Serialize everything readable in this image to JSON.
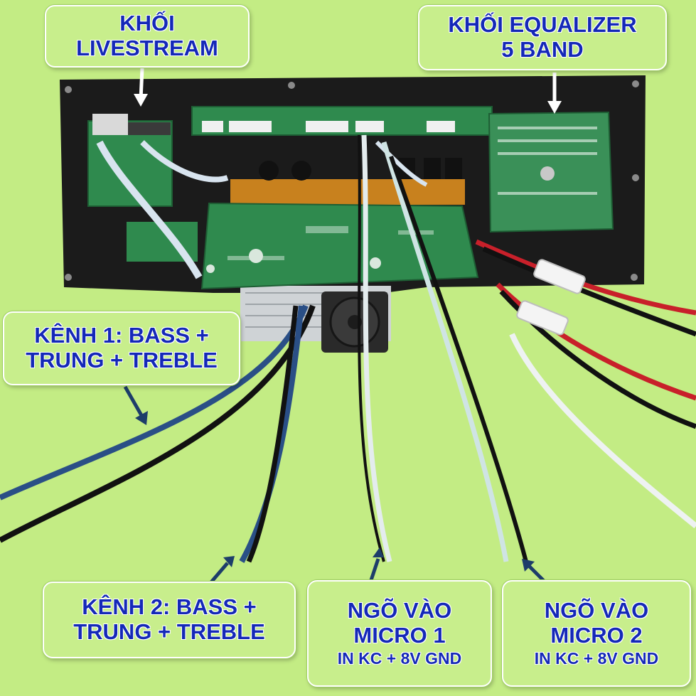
{
  "labels": {
    "livestream": {
      "line1": "KHỐI",
      "line2": "LIVESTREAM"
    },
    "equalizer": {
      "line1": "KHỐI EQUALIZER",
      "line2": "5 BAND"
    },
    "channel1": {
      "line1": "KÊNH 1: BASS +",
      "line2": "TRUNG + TREBLE"
    },
    "channel2": {
      "line1": "KÊNH 2: BASS +",
      "line2": "TRUNG + TREBLE"
    },
    "micro1": {
      "line1": "NGÕ VÀO",
      "line2": "MICRO 1",
      "line3": "IN KC + 8V GND"
    },
    "micro2": {
      "line1": "NGÕ VÀO",
      "line2": "MICRO 2",
      "line3": "IN KC + 8V GND"
    }
  },
  "colors": {
    "background": "#c3ec84",
    "label_text": "#1428b8",
    "board_plate": "#1b1b1b",
    "pcb": "#2f8a4e",
    "wire_blue": "#2a4f86",
    "wire_black": "#111111",
    "wire_white": "#e4ecee",
    "wire_red": "#c8202a"
  }
}
